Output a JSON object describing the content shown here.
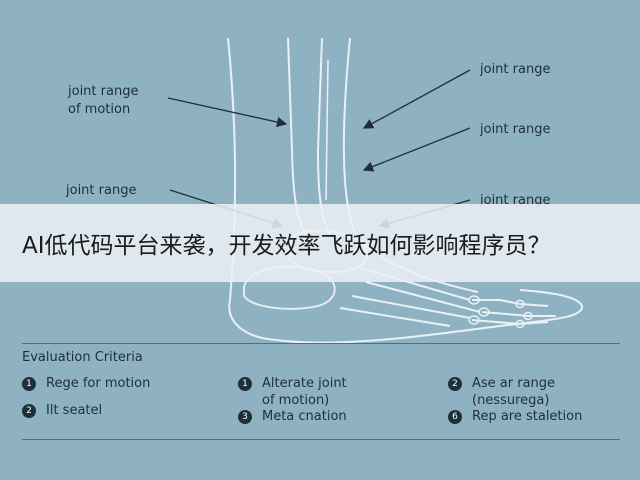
{
  "labels": {
    "left_top": [
      "joint range",
      "of motion"
    ],
    "left_mid": "joint range",
    "right_1": "joint range",
    "right_2": "joint range",
    "right_3": "joint range"
  },
  "banner": {
    "text": "AI低代码平台来袭，开发效率飞跃如何影响程序员？"
  },
  "criteria": {
    "title": "Evaluation Criteria",
    "items": [
      {
        "num": "1",
        "text": "Rege for motion"
      },
      {
        "num": "2",
        "text": "Ilt seatel"
      },
      {
        "num": "1",
        "text": "Alterate joint\nof motion)"
      },
      {
        "num": "3",
        "text": "Meta cnation"
      },
      {
        "num": "2",
        "text": "Ase ar range\n(nessurega)"
      },
      {
        "num": "6",
        "text": "Rep are staletion"
      }
    ]
  },
  "colors": {
    "background": "#8fb2c2",
    "outline": "#e9f1f5",
    "text": "#1f2f3a",
    "banner": "#ecf1f4"
  }
}
